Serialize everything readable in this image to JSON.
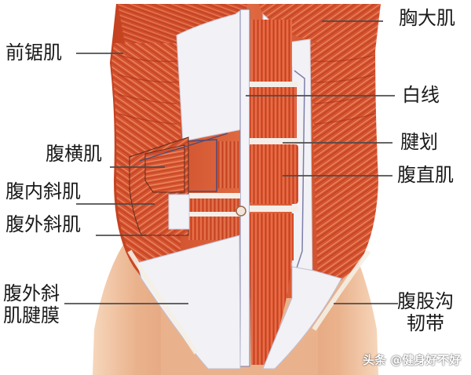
{
  "figure": {
    "subject": "前腹壁肌肉解剖图",
    "colors": {
      "muscle": "#d9532f",
      "muscle_dark": "#b8381d",
      "muscle_light": "#e87a52",
      "fascia": "#f2f1f6",
      "fascia_edge": "#c9c8d8",
      "skin": "#eab28c",
      "skin_light": "#f3c9a6",
      "leader_line": "#4a4a4a",
      "text": "#1a1a1a"
    }
  },
  "labels": {
    "pectoralis_major": "胸大肌",
    "serratus_anterior": "前锯肌",
    "linea_alba": "白线",
    "tendinous_intersection": "腱划",
    "rectus_abdominis": "腹直肌",
    "transversus_abdominis": "腹横肌",
    "internal_oblique": "腹内斜肌",
    "external_oblique": "腹外斜肌",
    "external_oblique_aponeurosis_line1": "腹外斜",
    "external_oblique_aponeurosis_line2": "肌腱膜",
    "inguinal_ligament_line1": "腹股沟",
    "inguinal_ligament_line2": "韧带"
  },
  "watermark": {
    "text": "头条 @健身好不好"
  }
}
